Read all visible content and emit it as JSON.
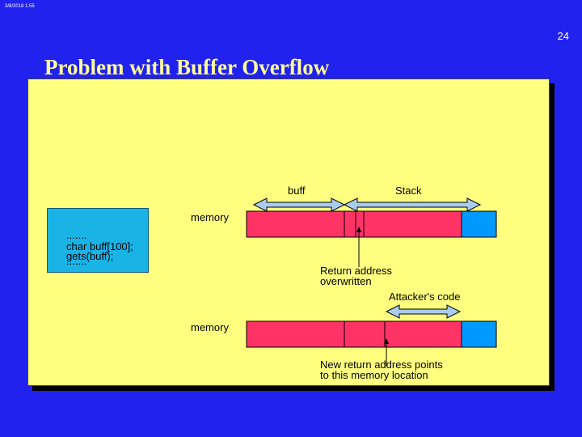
{
  "header": {
    "date_stamp": "3/8/2018  1:55",
    "page_number": "24"
  },
  "slide": {
    "title": "Problem with Buffer Overflow"
  },
  "code": {
    "line1": ".......",
    "line2": "char buff[100];",
    "line3": "gets(buff);",
    "line4": "......."
  },
  "diagram": {
    "buff_label": "buff",
    "stack_label": "Stack",
    "memory_label_top": "memory",
    "memory_label_bottom": "memory",
    "return_label_1": "Return address",
    "return_label_2": "overwritten",
    "attacker_label": "Attacker's code",
    "new_return_label_1": "New return address points",
    "new_return_label_2": "to this memory location"
  },
  "colors": {
    "background": "#2222ee",
    "panel": "#ffff80",
    "memory_block": "#ff3366",
    "stack_end": "#0099ff",
    "code_box": "#1ab3e6",
    "arrow_fill": "#aaccee"
  }
}
